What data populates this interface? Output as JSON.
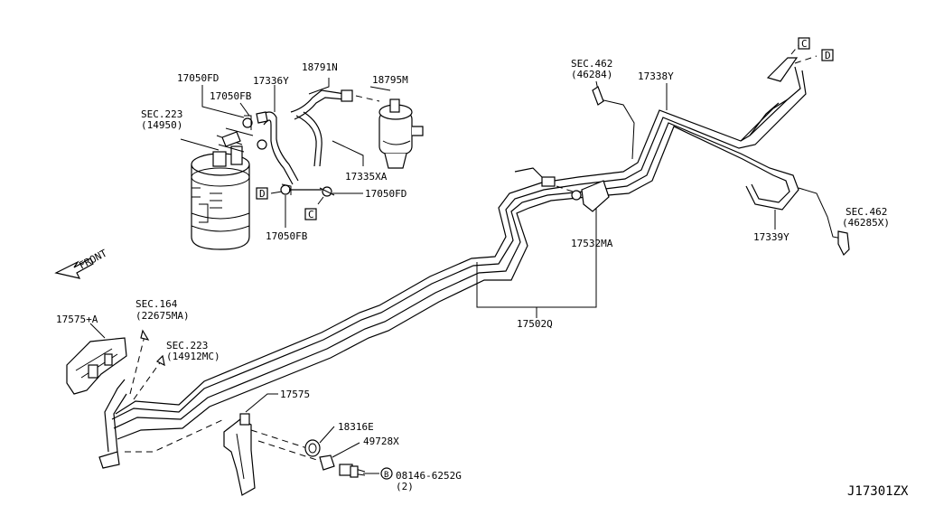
{
  "labels": {
    "sec_223_a": "SEC.223",
    "sec_223_a_ref": "(14950)",
    "p17050fd_a": "17050FD",
    "p17336y": "17336Y",
    "p18791n": "18791N",
    "p18795m": "18795M",
    "p17050fb_a": "17050FB",
    "p17335xa": "17335XA",
    "p17050fd_b": "17050FD",
    "p17050fb_b": "17050FB",
    "box_d_1": "D",
    "box_c_1": "C",
    "front": "FRONT",
    "sec_462_a": "SEC.462",
    "sec_462_a_ref": "(46284)",
    "p17338y": "17338Y",
    "box_c_2": "C",
    "box_d_2": "D",
    "sec_462_b": "SEC.462",
    "sec_462_b_ref": "(46285X)",
    "p17339y": "17339Y",
    "p17532ma": "17532MA",
    "p17502q": "17502Q",
    "sec_164": "SEC.164",
    "sec_164_ref": "(22675MA)",
    "p17575_a": "17575+A",
    "sec_223_b": "SEC.223",
    "sec_223_b_ref": "(14912MC)",
    "p17575": "17575",
    "p18316e": "18316E",
    "p49728x": "49728X",
    "bolt_b": "B",
    "p08146": "08146-6252G",
    "p08146_qty": "(2)",
    "diagram_id": "J17301ZX"
  }
}
